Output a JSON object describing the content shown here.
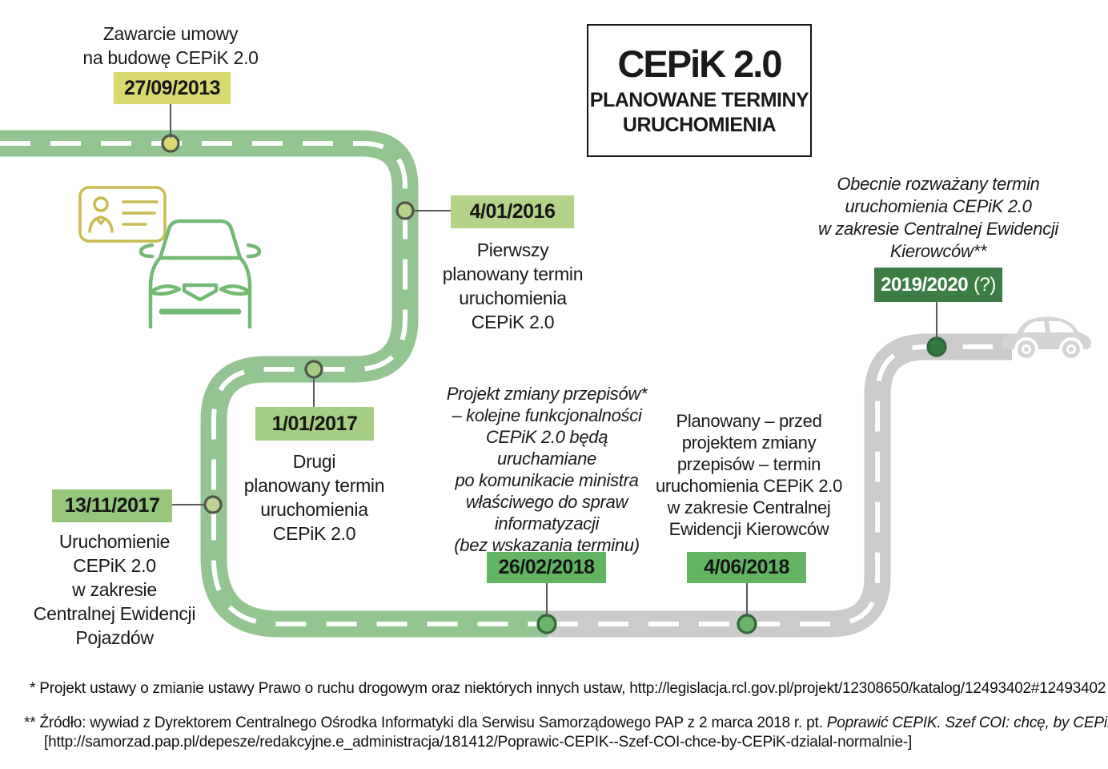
{
  "header": {
    "title": "CEPiK 2.0",
    "subtitle_line1": "PLANOWANE TERMINY",
    "subtitle_line2": "URUCHOMIENIA"
  },
  "milestones": [
    {
      "date": "27/09/2013",
      "label": "Zawarcie umowy\nna budowę CEPiK 2.0"
    },
    {
      "date": "4/01/2016",
      "desc": "Pierwszy\nplanowany termin\nuruchomienia\nCEPiK 2.0"
    },
    {
      "date": "1/01/2017",
      "desc": "Drugi\nplanowany termin\nuruchomienia\nCEPiK 2.0"
    },
    {
      "date": "13/11/2017",
      "desc": "Uruchomienie\nCEPiK 2.0\nw zakresie\nCentralnej Ewidencji\nPojazdów"
    },
    {
      "date": "26/02/2018",
      "desc": "Projekt zmiany przepisów*\n– kolejne funkcjonalności\nCEPiK 2.0 będą uruchamiane\npo komunikacie ministra\nwłaściwego do spraw\ninformatyzacji\n(bez wskazania terminu)"
    },
    {
      "date": "4/06/2018",
      "desc": "Planowany – przed\nprojektem zmiany\nprzepisów – termin\nuruchomienia CEPiK 2.0\nw zakresie Centralnej\nEwidencji Kierowców"
    },
    {
      "date": "2019/2020",
      "date_suffix": "(?)",
      "desc": "Obecnie rozważany termin\nuruchomienia CEPiK 2.0\nw zakresie Centralnej Ewidencji\nKierowców**"
    }
  ],
  "footnotes": {
    "note1": "* Projekt ustawy o zmianie ustawy Prawo o ruchu drogowym oraz niektórych innych ustaw, http://legislacja.rcl.gov.pl/projekt/12308650/katalog/12493402#12493402",
    "note2_prefix": "** Źródło: wywiad z Dyrektorem Centralnego Ośrodka Informatyki dla Serwisu Samorządowego PAP z 2 marca 2018 r. pt. ",
    "note2_italic": "Poprawić CEPIK. Szef COI: chcę, by CEPiK działał normalnie",
    "note2_line2": "[http://samorzad.pap.pl/depesze/redakcyjne.e_administracja/181412/Poprawic-CEPIK--Szef-COI-chce-by-CEPiK-dzialal-normalnie-]"
  },
  "colors": {
    "road_green": "#95c493",
    "road_gray": "#cbcbcb",
    "dash_white": "#ffffff",
    "box_2013": "#d8d96e",
    "box_2016": "#b3d389",
    "box_2017_jan": "#a5cd83",
    "box_2017_nov": "#96c67c",
    "box_2018": "#62b463",
    "box_2019": "#3b7d45",
    "dot_2013": "#d8d96e",
    "dot_2016": "#b9d286",
    "dot_2017_jan": "#a7cc81",
    "dot_2017_nov": "#bdd096",
    "dot_2018": "#6cb36a",
    "dot_2019": "#2f7a3c",
    "dot_ring": "#4e584b",
    "dot_ring_dark": "#33663c",
    "connector": "#58585a",
    "card_olive": "#c9ba52",
    "car_green": "#74b973",
    "car_gray": "#d4d4d4",
    "text_dark": "#1a1a1a"
  }
}
